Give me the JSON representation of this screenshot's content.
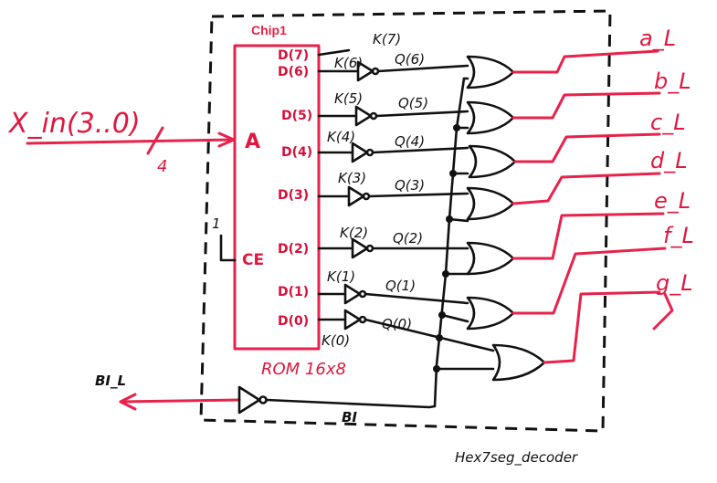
{
  "chip_label": "Chip1",
  "rom": {
    "label": "ROM 16x8",
    "address_pin": "A",
    "enable_pin": "CE",
    "data_pins": [
      "D(7)",
      "D(6)",
      "D(5)",
      "D(4)",
      "D(3)",
      "D(2)",
      "D(1)",
      "D(0)"
    ]
  },
  "input": {
    "name": "X_in(3..0)",
    "bus_width": "4"
  },
  "constant_one": "1",
  "blank_input": "BI_L",
  "blank_internal": "BI",
  "k_labels": [
    "K(7)",
    "K(6)",
    "K(5)",
    "K(4)",
    "K(3)",
    "K(2)",
    "K(1)",
    "K(0)"
  ],
  "q_labels": [
    "Q(6)",
    "Q(5)",
    "Q(4)",
    "Q(3)",
    "Q(2)",
    "Q(1)",
    "Q(0)"
  ],
  "outputs": [
    "a_L",
    "b_L",
    "c_L",
    "d_L",
    "e_L",
    "f_L",
    "g_L"
  ],
  "block_name": "Hex7seg_decoder",
  "colors": {
    "ink": "#111111",
    "accent": "#e8224a"
  }
}
